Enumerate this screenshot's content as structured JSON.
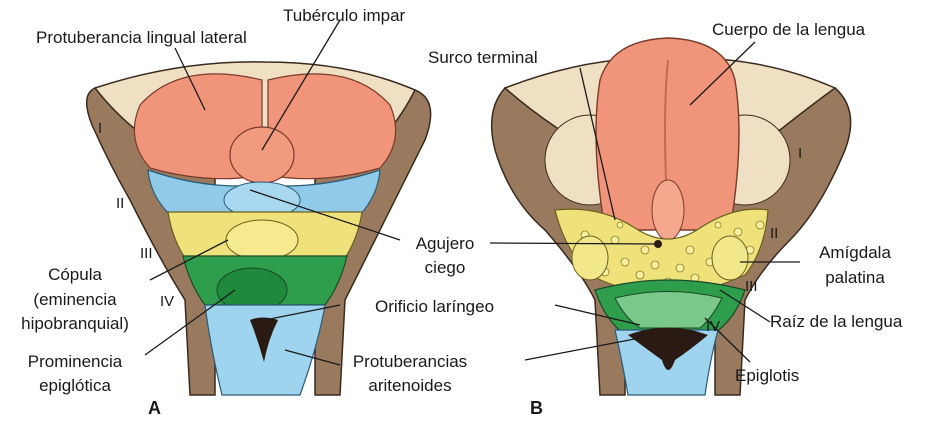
{
  "panels": {
    "a": "A",
    "b": "B"
  },
  "arches": {
    "i": "I",
    "ii": "II",
    "iii": "III",
    "iv": "IV"
  },
  "labels_a": {
    "lateral_swelling": "Protuberancia lingual lateral",
    "tuberculum_impar": "Tubérculo impar",
    "copula_1": "Cópula",
    "copula_2": "(eminencia",
    "copula_3": "hipobranquial)",
    "epiglottic_1": "Prominencia",
    "epiglottic_2": "epiglótica"
  },
  "labels_center": {
    "foramen_1": "Agujero",
    "foramen_2": "ciego",
    "laryngeal": "Orificio laríngeo",
    "arytenoid_1": "Protuberancias",
    "arytenoid_2": "aritenoides"
  },
  "labels_b": {
    "sulcus": "Surco terminal",
    "body": "Cuerpo de la lengua",
    "tonsil_1": "Amígdala",
    "tonsil_2": "palatina",
    "root": "Raíz de la lengua",
    "epiglottis": "Epiglotis"
  },
  "colors": {
    "arch_wall": "#9a7a5e",
    "arch_top": "#efe0c4",
    "tongue": "#f0957a",
    "copula": "#8fcbe8",
    "yellow": "#efe27a",
    "green": "#2f9e4c",
    "airway": "#9fd4ee"
  }
}
